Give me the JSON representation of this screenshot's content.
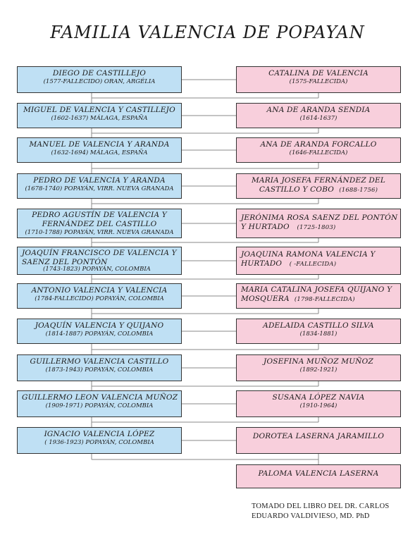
{
  "title": "FAMILIA VALENCIA DE POPAYAN",
  "source_lines": [
    "TOMADO DEL LIBRO DEL DR. CARLOS",
    "EDUARDO VALDIVIESO, MD. PhD"
  ],
  "colors": {
    "male_box": "#bfe0f4",
    "female_box": "#f8cfdc",
    "connector": "#8a8a8a",
    "border": "#333333"
  },
  "couples": [
    {
      "husband": {
        "name": "DIEGO DE CASTILLEJO",
        "dates": "(1577-FALLECIDO) ORAN, ARGÉLIA"
      },
      "wife": {
        "name": "CATALINA DE VALENCIA",
        "dates": "(1575-FALLECIDA)"
      }
    },
    {
      "husband": {
        "name": "MIGUEL DE VALENCIA Y CASTILLEJO",
        "dates": "(1602-1637) MÁLAGA, ESPAÑA"
      },
      "wife": {
        "name": "ANA DE ARANDA SENDIA",
        "dates": "(1614-1637)"
      }
    },
    {
      "husband": {
        "name": "MANUEL DE VALENCIA Y ARANDA",
        "dates": "(1632-1694) MÁLAGA, ESPAÑA"
      },
      "wife": {
        "name": "ANA DE ARANDA FORCALLO",
        "dates": "(1646-FALLECIDA)"
      }
    },
    {
      "husband": {
        "name": "PEDRO DE VALENCIA Y ARANDA",
        "dates": "(1678-1740) POPAYÁN, VIRR. NUEVA GRANADA"
      },
      "wife": {
        "name": "MARIA JOSEFA FERNÁNDEZ DEL",
        "name2": "CASTILLO Y COBO",
        "dates": "(1688-1756)"
      }
    },
    {
      "husband": {
        "name": "PEDRO AGUSTÍN DE VALENCIA Y",
        "name2": "FERNÁNDEZ DEL CASTILLO",
        "dates": "(1710-1788) POPAYÁN, VIRR. NUEVA GRANADA"
      },
      "wife": {
        "name": "JERÓNIMA ROSA SAENZ DEL PONTÓN",
        "name2": "Y HURTADO",
        "dates": "(1725-1803)"
      }
    },
    {
      "husband": {
        "name": "JOAQUÍN FRANCISCO DE VALENCIA Y",
        "name2": "SAENZ DEL PONTÓN",
        "dates": "(1743-1823) POPAYÁN, COLOMBIA"
      },
      "wife": {
        "name": "JOAQUINA RAMONA VALENCIA Y",
        "name2": "HURTADO",
        "dates": "(     -FALLECIDA)"
      }
    },
    {
      "husband": {
        "name": "ANTONIO VALENCIA Y VALENCIA",
        "dates": "(1784-FALLECIDO) POPAYÁN, COLOMBIA"
      },
      "wife": {
        "name": "MARIA CATALINA JOSEFA QUIJANO Y",
        "name2": "MOSQUERA",
        "dates": "(1798-FALLECIDA)"
      }
    },
    {
      "husband": {
        "name": "JOAQUÍN VALENCIA Y QUIJANO",
        "dates": "(1814-1887) POPAYÁN, COLOMBIA"
      },
      "wife": {
        "name": "ADELAIDA CASTILLO SILVA",
        "dates": "(1834-1881)"
      }
    },
    {
      "husband": {
        "name": "GUILLERMO VALENCIA CASTILLO",
        "dates": "(1873-1943) POPAYÁN, COLOMBIA"
      },
      "wife": {
        "name": "JOSEFINA MUÑOZ MUÑOZ",
        "dates": "(1892-1921)"
      }
    },
    {
      "husband": {
        "name": "GUILLERMO LEON VALENCIA MUÑOZ",
        "dates": "(1909-1971) POPAYÁN, COLOMBIA"
      },
      "wife": {
        "name": "SUSANA LÓPEZ NAVIA",
        "dates": "(1910-1964)"
      }
    },
    {
      "husband": {
        "name": "IGNACIO VALENCIA LÓPEZ",
        "dates": "( 1936-1923) POPAYÁN, COLOMBIA"
      },
      "wife": {
        "name": "DOROTEA LASERNA JARAMILLO"
      }
    }
  ],
  "last_child": {
    "name": "PALOMA VALENCIA LASERNA"
  }
}
